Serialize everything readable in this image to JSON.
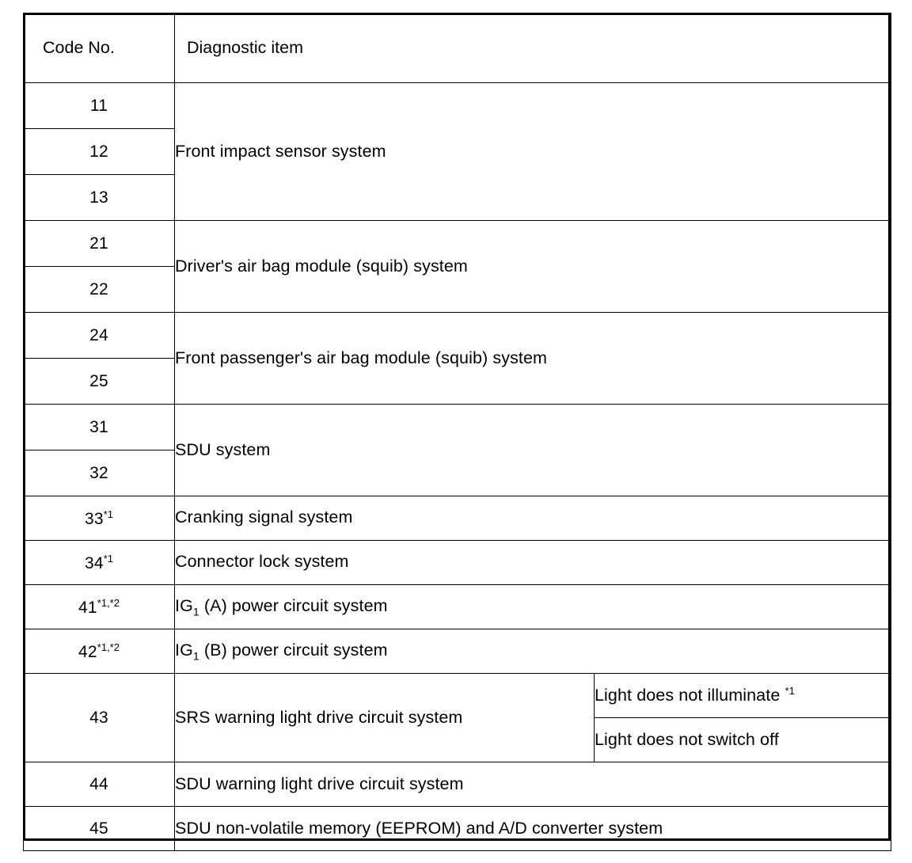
{
  "table": {
    "headers": {
      "code": "Code No.",
      "item": "Diagnostic item",
      "detail": ""
    },
    "groups": [
      {
        "codes": [
          "11",
          "12",
          "13"
        ],
        "item": "Front impact sensor system",
        "details": []
      },
      {
        "codes": [
          "21",
          "22"
        ],
        "item": "Driver's air bag module (squib) system",
        "details": []
      },
      {
        "codes": [
          "24",
          "25"
        ],
        "item": "Front passenger's air bag module (squib) system",
        "details": []
      },
      {
        "codes": [
          "31",
          "32"
        ],
        "item": "SDU system",
        "details": []
      }
    ],
    "rows": [
      {
        "code": "33",
        "code_note": "*1",
        "item": "Cranking signal system",
        "item_sub": "",
        "item_suffix": ""
      },
      {
        "code": "34",
        "code_note": "*1",
        "item": "Connector lock system",
        "item_sub": "",
        "item_suffix": ""
      },
      {
        "code": "41",
        "code_note": "*1,*2",
        "item": "IG",
        "item_sub": "1",
        "item_suffix": " (A) power circuit system"
      },
      {
        "code": "42",
        "code_note": "*1,*2",
        "item": "IG",
        "item_sub": "1",
        "item_suffix": " (B) power circuit system"
      }
    ],
    "split_row": {
      "code": "43",
      "item": "SRS warning light drive circuit system",
      "details": [
        {
          "text": "Light does not illuminate ",
          "note": "*1"
        },
        {
          "text": "Light does not switch off",
          "note": ""
        }
      ]
    },
    "tail_rows": [
      {
        "code": "44",
        "item": "SDU warning light drive circuit system"
      },
      {
        "code": "45",
        "item": "SDU non-volatile memory (EEPROM) and A/D converter system"
      }
    ]
  }
}
